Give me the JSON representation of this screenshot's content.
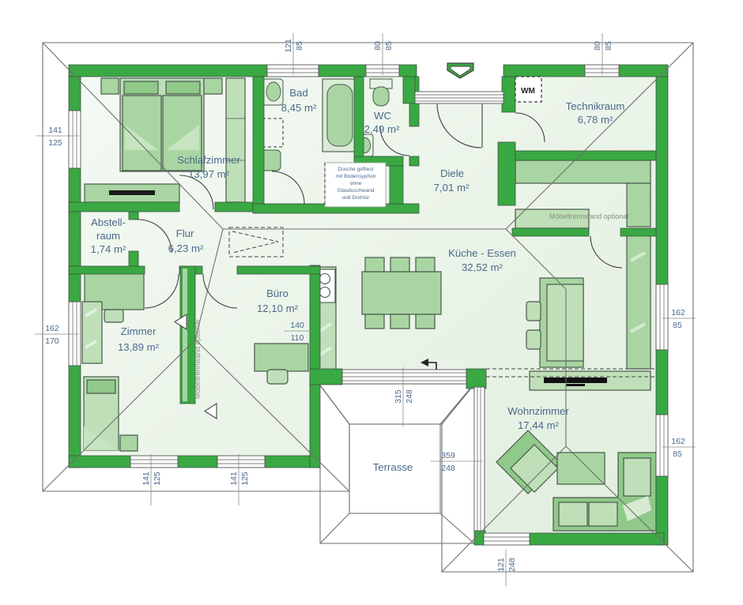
{
  "colors": {
    "wall_green": "#3aa843",
    "furniture_green": "#a9d5a2",
    "room_fill": "#edf5ec",
    "label_blue": "#4c6a8c",
    "line_gray": "#6f6f6f"
  },
  "rooms": [
    {
      "id": "schlafzimmer",
      "name": "Schlafzimmer",
      "area": "13,97 m²"
    },
    {
      "id": "bad",
      "name": "Bad",
      "area": "8,45 m²"
    },
    {
      "id": "wc",
      "name": "WC",
      "area": "2,49 m²"
    },
    {
      "id": "diele",
      "name": "Diele",
      "area": "7,01 m²"
    },
    {
      "id": "technikraum",
      "name": "Technikraum",
      "area": "6,78 m²"
    },
    {
      "id": "abstellraum",
      "name_line1": "Abstell-",
      "name_line2": "raum",
      "area": "1,74 m²"
    },
    {
      "id": "flur",
      "name": "Flur",
      "area": "6,23 m²"
    },
    {
      "id": "zimmer",
      "name": "Zimmer",
      "area": "13,89 m²"
    },
    {
      "id": "buero",
      "name": "Büro",
      "area": "12,10 m²"
    },
    {
      "id": "kueche",
      "name": "Küche - Essen",
      "area": "32,52 m²"
    },
    {
      "id": "wohnzimmer",
      "name": "Wohnzimmer",
      "area": "17,44 m²"
    },
    {
      "id": "terrasse",
      "name": "Terrasse"
    }
  ],
  "notes": {
    "shower": [
      "Dusche gefliest",
      "mit Bodensyphon",
      "ohne",
      "Glasduschwand",
      "und Drehtür"
    ],
    "partition": "Möbeltrennwand optional",
    "washing_machine": "WM"
  },
  "dimensions": {
    "top": [
      {
        "a": "121",
        "b": "85"
      },
      {
        "a": "80",
        "b": "85"
      },
      {
        "a": "80",
        "b": "85"
      }
    ],
    "left": [
      {
        "a": "141",
        "b": "125"
      },
      {
        "a": "162",
        "b": "170"
      }
    ],
    "right": [
      {
        "a": "162",
        "b": "85"
      },
      {
        "a": "162",
        "b": "85"
      }
    ],
    "bottom": [
      {
        "a": "141",
        "b": "125"
      },
      {
        "a": "141",
        "b": "125"
      },
      {
        "a": "121",
        "b": "248"
      }
    ],
    "terrace": [
      {
        "a": "315",
        "b": "248"
      },
      {
        "a": "359",
        "b": "248"
      }
    ],
    "interior": [
      {
        "a": "140",
        "b": "110"
      }
    ]
  }
}
